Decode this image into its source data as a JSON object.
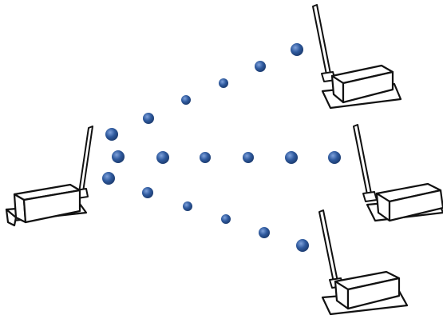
{
  "diagram": {
    "description_free": true,
    "colors": {
      "signal_dot": "#2f5a9e",
      "signal_dot_highlight": "#6a8fd0",
      "outline": "#111111",
      "fill": "#ffffff"
    },
    "devices": [
      {
        "id": "transmitter",
        "icon": "wireless-transmitter-icon"
      },
      {
        "id": "receiver-top",
        "icon": "wireless-receiver-icon"
      },
      {
        "id": "receiver-middle",
        "icon": "wireless-receiver-icon"
      },
      {
        "id": "receiver-bottom",
        "icon": "wireless-receiver-icon"
      }
    ],
    "signal_paths": [
      {
        "to": "receiver-top",
        "dot_count": 6
      },
      {
        "to": "receiver-middle",
        "dot_count": 6
      },
      {
        "to": "receiver-bottom",
        "dot_count": 6
      }
    ]
  }
}
